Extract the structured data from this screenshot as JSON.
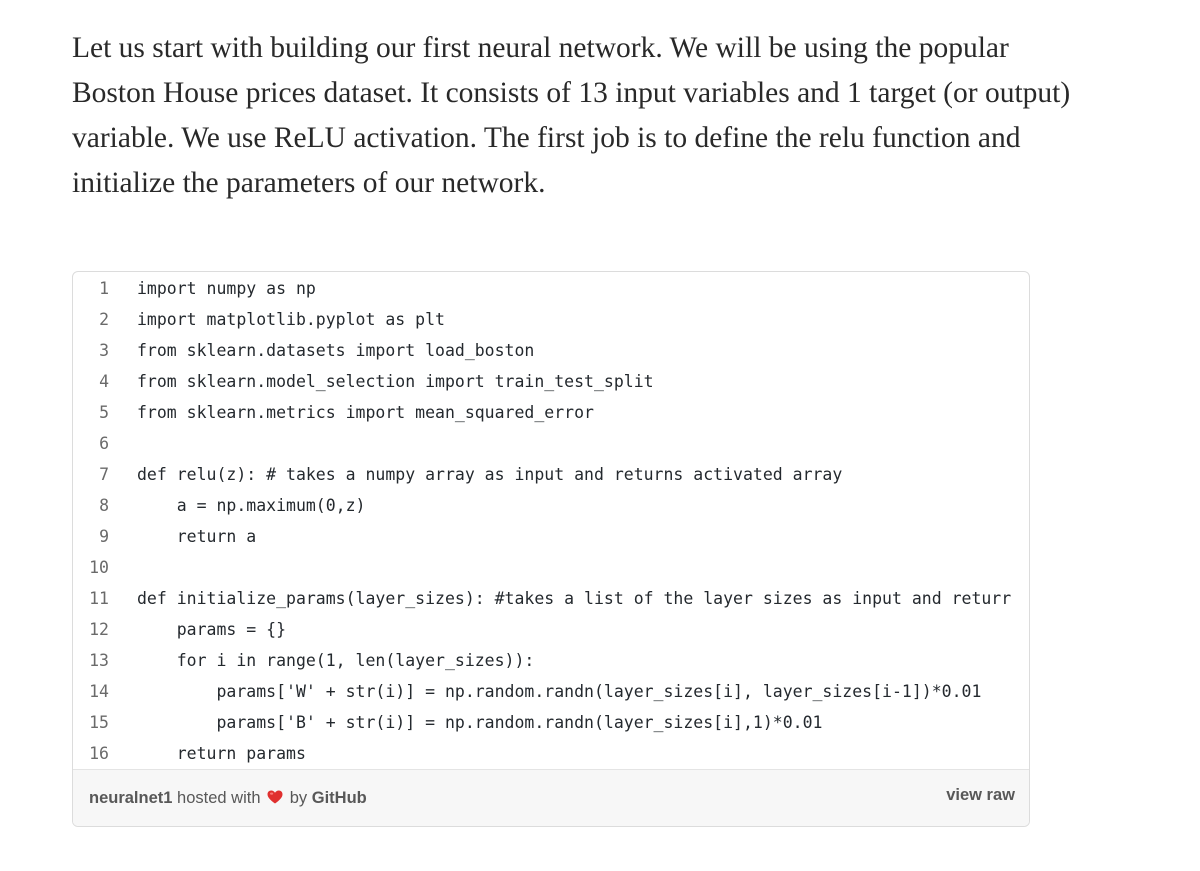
{
  "article": {
    "paragraph": "Let us start with building our first neural network. We will be using the popular Boston House prices dataset. It consists of 13 input variables and 1 target (or output) variable. We use ReLU activation. The first job is to define the relu function and initialize the parameters of our network."
  },
  "gist": {
    "lines": [
      {
        "n": "1",
        "code": "import numpy as np"
      },
      {
        "n": "2",
        "code": "import matplotlib.pyplot as plt"
      },
      {
        "n": "3",
        "code": "from sklearn.datasets import load_boston"
      },
      {
        "n": "4",
        "code": "from sklearn.model_selection import train_test_split"
      },
      {
        "n": "5",
        "code": "from sklearn.metrics import mean_squared_error"
      },
      {
        "n": "6",
        "code": ""
      },
      {
        "n": "7",
        "code": "def relu(z): # takes a numpy array as input and returns activated array"
      },
      {
        "n": "8",
        "code": "    a = np.maximum(0,z)"
      },
      {
        "n": "9",
        "code": "    return a"
      },
      {
        "n": "10",
        "code": ""
      },
      {
        "n": "11",
        "code": "def initialize_params(layer_sizes): #takes a list of the layer sizes as input and returr"
      },
      {
        "n": "12",
        "code": "    params = {}"
      },
      {
        "n": "13",
        "code": "    for i in range(1, len(layer_sizes)):"
      },
      {
        "n": "14",
        "code": "        params['W' + str(i)] = np.random.randn(layer_sizes[i], layer_sizes[i-1])*0.01"
      },
      {
        "n": "15",
        "code": "        params['B' + str(i)] = np.random.randn(layer_sizes[i],1)*0.01"
      },
      {
        "n": "16",
        "code": "    return params"
      }
    ],
    "meta": {
      "file_name": "neuralnet1",
      "hosted_text": "hosted with",
      "by_text": "by",
      "host_name": "GitHub",
      "view_raw": "view raw",
      "heart_color": "#e0302f"
    }
  }
}
